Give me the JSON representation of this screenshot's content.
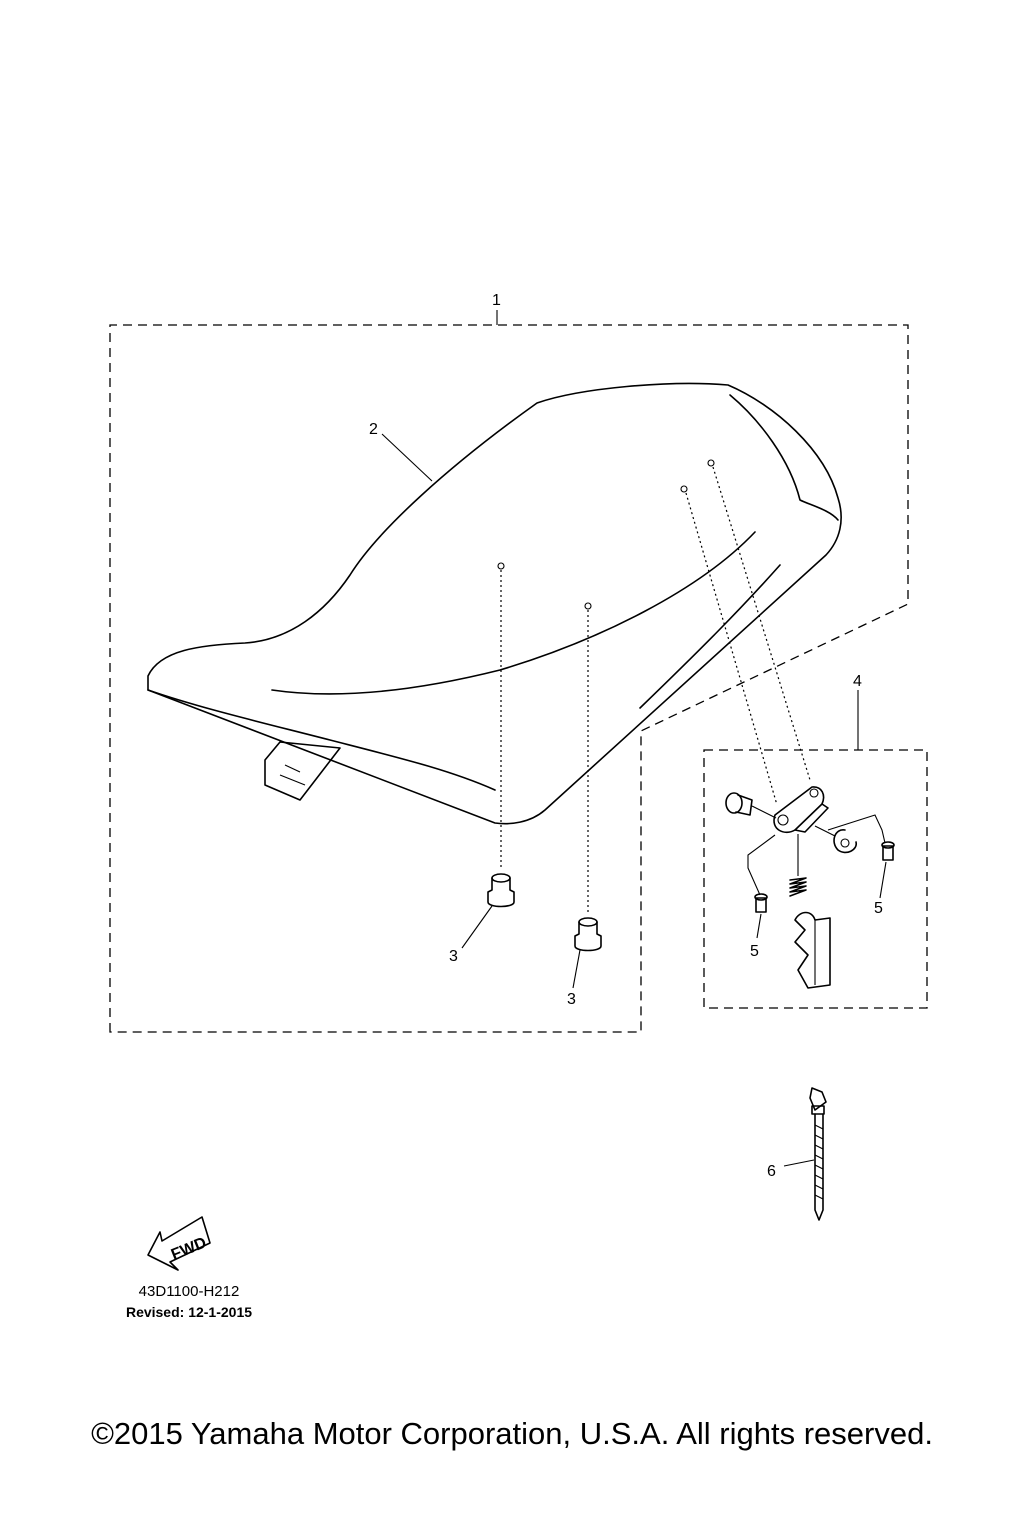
{
  "callouts": {
    "c1": "1",
    "c2": "2",
    "c3a": "3",
    "c3b": "3",
    "c4": "4",
    "c5a": "5",
    "c5b": "5",
    "c6": "6"
  },
  "fwd_arrow_label": "FWD",
  "part_code": "43D1100-H212",
  "revised": "Revised: 12-1-2015",
  "copyright": "©2015 Yamaha Motor Corporation, U.S.A. All rights reserved."
}
